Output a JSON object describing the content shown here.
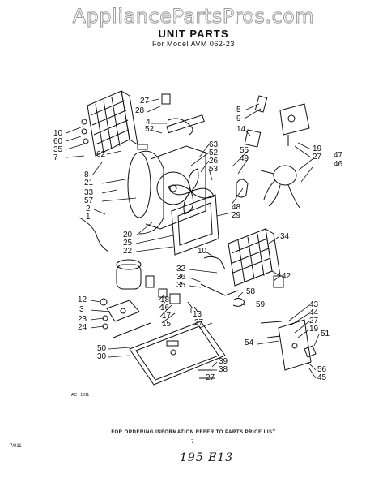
{
  "watermark": "AppliancePartsPros.com",
  "title": "UNIT PARTS",
  "subtitle": "For Model AVM 062-23",
  "footer_note": "FOR ORDERING INFORMATION REFER TO PARTS PRICE LIST",
  "page_number": "7",
  "illustration_code": "AC - 1011",
  "print_code": "7/011",
  "handwritten_note": "195 E13",
  "callouts": [
    {
      "id": "c1",
      "label": "27"
    },
    {
      "id": "c2",
      "label": "28"
    },
    {
      "id": "c3",
      "label": "4"
    },
    {
      "id": "c4",
      "label": "52"
    },
    {
      "id": "c5",
      "label": "10"
    },
    {
      "id": "c6",
      "label": "60"
    },
    {
      "id": "c7",
      "label": "35"
    },
    {
      "id": "c8",
      "label": "7"
    },
    {
      "id": "c9",
      "label": "62"
    },
    {
      "id": "c10",
      "label": "8"
    },
    {
      "id": "c11",
      "label": "21"
    },
    {
      "id": "c12",
      "label": "33"
    },
    {
      "id": "c13",
      "label": "57"
    },
    {
      "id": "c14",
      "label": "2"
    },
    {
      "id": "c15",
      "label": "1"
    },
    {
      "id": "c16",
      "label": "63"
    },
    {
      "id": "c17",
      "label": "52"
    },
    {
      "id": "c18",
      "label": "26"
    },
    {
      "id": "c19",
      "label": "53"
    },
    {
      "id": "c20",
      "label": "5"
    },
    {
      "id": "c21",
      "label": "9"
    },
    {
      "id": "c22",
      "label": "14"
    },
    {
      "id": "c23",
      "label": "55"
    },
    {
      "id": "c24",
      "label": "49"
    },
    {
      "id": "c25",
      "label": "19"
    },
    {
      "id": "c26",
      "label": "27"
    },
    {
      "id": "c27",
      "label": "47"
    },
    {
      "id": "c28",
      "label": "46"
    },
    {
      "id": "c29",
      "label": "48"
    },
    {
      "id": "c30",
      "label": "29"
    },
    {
      "id": "c31",
      "label": "20"
    },
    {
      "id": "c32",
      "label": "25"
    },
    {
      "id": "c33",
      "label": "22"
    },
    {
      "id": "c34",
      "label": "34"
    },
    {
      "id": "c35",
      "label": "10"
    },
    {
      "id": "c36",
      "label": "32"
    },
    {
      "id": "c37",
      "label": "36"
    },
    {
      "id": "c38",
      "label": "35"
    },
    {
      "id": "c39",
      "label": "42"
    },
    {
      "id": "c40",
      "label": "12"
    },
    {
      "id": "c41",
      "label": "18"
    },
    {
      "id": "c42",
      "label": "16"
    },
    {
      "id": "c43",
      "label": "3"
    },
    {
      "id": "c44",
      "label": "17"
    },
    {
      "id": "c45",
      "label": "23"
    },
    {
      "id": "c46",
      "label": "15"
    },
    {
      "id": "c47",
      "label": "24"
    },
    {
      "id": "c48",
      "label": "58"
    },
    {
      "id": "c49",
      "label": "59"
    },
    {
      "id": "c50",
      "label": "13"
    },
    {
      "id": "c51",
      "label": "27"
    },
    {
      "id": "c52",
      "label": "43"
    },
    {
      "id": "c53",
      "label": "44"
    },
    {
      "id": "c54",
      "label": "27"
    },
    {
      "id": "c55",
      "label": "19"
    },
    {
      "id": "c56",
      "label": "51"
    },
    {
      "id": "c57",
      "label": "54"
    },
    {
      "id": "c58",
      "label": "50"
    },
    {
      "id": "c59",
      "label": "30"
    },
    {
      "id": "c60",
      "label": "39"
    },
    {
      "id": "c61",
      "label": "38"
    },
    {
      "id": "c62",
      "label": "27"
    },
    {
      "id": "c63",
      "label": "56"
    },
    {
      "id": "c64",
      "label": "45"
    }
  ]
}
